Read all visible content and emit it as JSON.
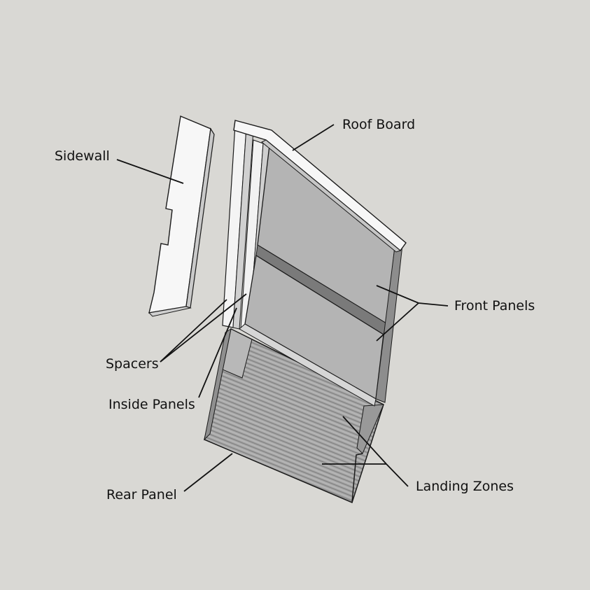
{
  "colors": {
    "background": "#d9d8d4",
    "wood_light": "#f7f7f7",
    "wood_shadow": "#c9c9c9",
    "front_panel": "#b4b4b4",
    "rear_panel": "#a9a9a9",
    "groove": "#8a8a8a",
    "outline": "#1a1a1a",
    "leader": "#111111"
  },
  "labels": {
    "roof_board": "Roof Board",
    "sidewall": "Sidewall",
    "front_panels": "Front Panels",
    "spacers": "Spacers",
    "inside_panels": "Inside Panels",
    "landing_zones": "Landing Zones",
    "rear_panel": "Rear Panel"
  }
}
